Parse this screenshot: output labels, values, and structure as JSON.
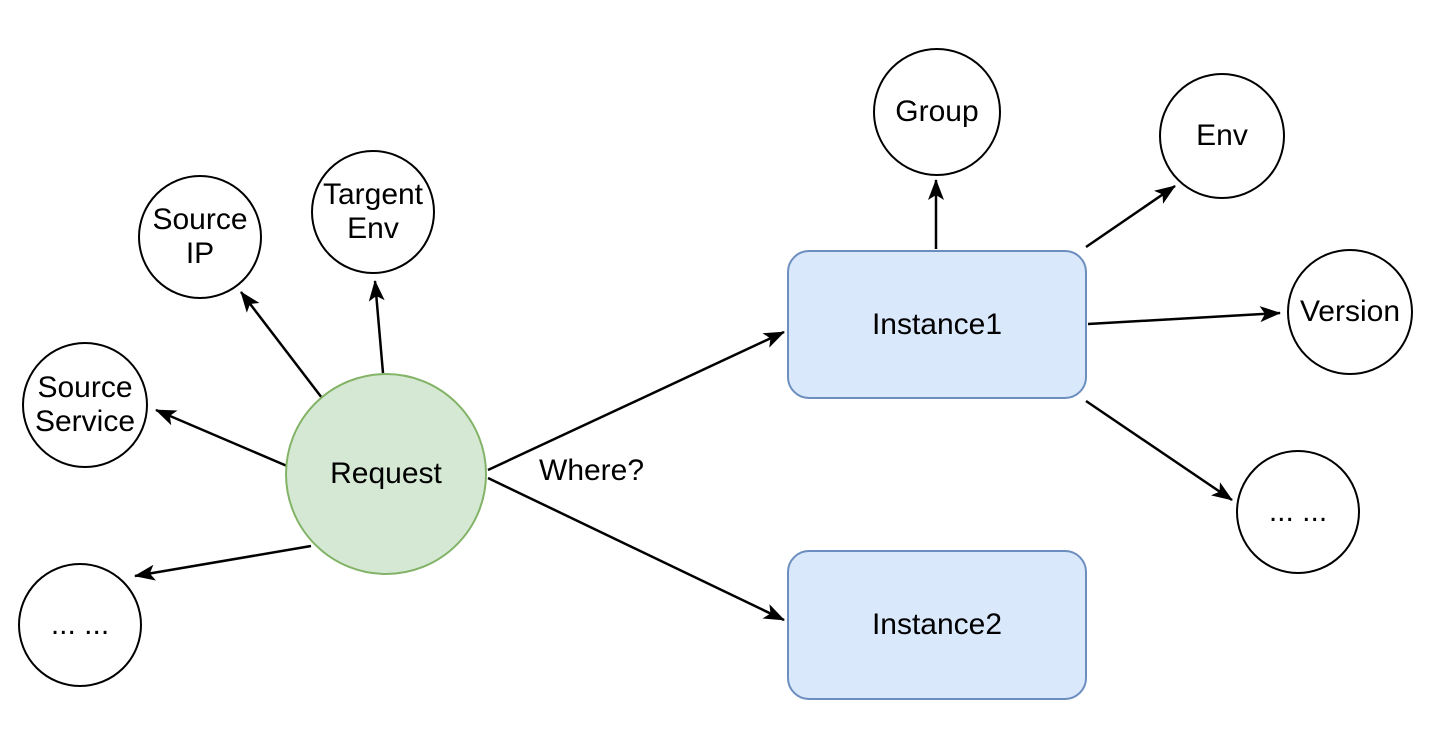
{
  "diagram": {
    "edge_label": "Where?",
    "colors": {
      "request_fill": "#d5e8d4",
      "request_stroke": "#82b366",
      "instance_fill": "#dae8fc",
      "instance_stroke": "#6c8ebf",
      "plain_node_fill": "#ffffff",
      "plain_node_stroke": "#000000",
      "arrow_color": "#000000",
      "background": "#ffffff"
    },
    "nodes": {
      "request": {
        "label": "Request",
        "shape": "circle"
      },
      "source_ip": {
        "label": "Source IP",
        "shape": "circle"
      },
      "targent_env": {
        "label": "Targent Env",
        "shape": "circle"
      },
      "source_service": {
        "label": "Source Service",
        "shape": "circle"
      },
      "left_more": {
        "label": "... ...",
        "shape": "circle"
      },
      "instance1": {
        "label": "Instance1",
        "shape": "rounded-rectangle"
      },
      "instance2": {
        "label": "Instance2",
        "shape": "rounded-rectangle"
      },
      "group": {
        "label": "Group",
        "shape": "circle"
      },
      "env": {
        "label": "Env",
        "shape": "circle"
      },
      "version": {
        "label": "Version",
        "shape": "circle"
      },
      "right_more": {
        "label": "... ...",
        "shape": "circle"
      }
    },
    "edges": [
      {
        "from": "request",
        "to": "source_ip"
      },
      {
        "from": "request",
        "to": "targent_env"
      },
      {
        "from": "request",
        "to": "source_service"
      },
      {
        "from": "request",
        "to": "left_more"
      },
      {
        "from": "request",
        "to": "instance1",
        "label": "Where?"
      },
      {
        "from": "request",
        "to": "instance2",
        "label": "Where?"
      },
      {
        "from": "instance1",
        "to": "group"
      },
      {
        "from": "instance1",
        "to": "env"
      },
      {
        "from": "instance1",
        "to": "version"
      },
      {
        "from": "instance1",
        "to": "right_more"
      }
    ]
  }
}
